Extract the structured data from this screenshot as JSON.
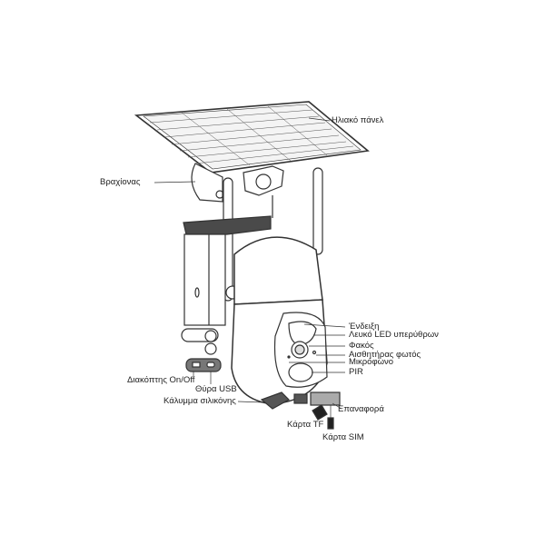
{
  "labels": {
    "solar_panel": "Ηλιακό πάνελ",
    "bracket": "Βραχίονας",
    "indicator": "Ένδειξη",
    "white_led": "Λευκό LED υπερύθρων",
    "lens": "Φακός",
    "light_sensor": "Αισθητήρας φωτός",
    "microphone": "Μικρόφωνο",
    "pir": "PIR",
    "power_switch": "Διακόπτης On/Off",
    "usb_port": "Θύρα USB",
    "silicone_cover": "Κάλυμμα σιλικόνης",
    "reset": "Επαναφορά",
    "tf_card": "Κάρτα TF",
    "sim_card": "Κάρτα SIM"
  },
  "colors": {
    "line": "#333333",
    "dark": "#4a4a4a"
  }
}
